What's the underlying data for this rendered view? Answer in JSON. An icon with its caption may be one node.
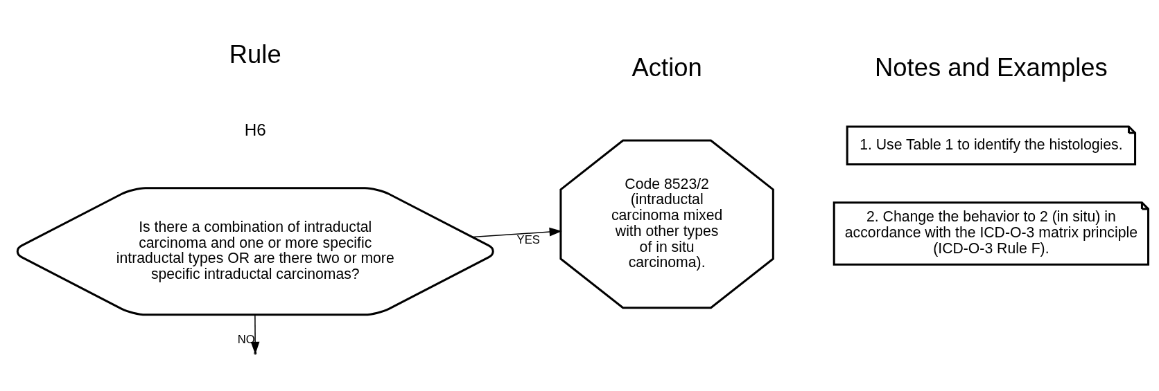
{
  "diagram": {
    "nodes": [
      {
        "text": [
          "Is there a combination of intraductal carcinoma and one or more specific intraductal types OR are there two or more specific intraductal carcinomas?"
        ]
      },
      {
        "text": [
          "Code 8523/2 (intraductal carcinoma mixed with other types of in situ carcinoma)."
        ]
      },
      {
        "text": [
          "1. Use Table 1 to identify the histologies."
        ]
      },
      {
        "text": [
          "2. Change the behavior to 2 (in situ) in accordance with the ICD-O-3 matrix principle (ICD-O-3 Rule F)."
        ]
      }
    ],
    "edges": [
      {
        "from": 0,
        "to": 1,
        "arrow": "to",
        "label": "YES"
      },
      {
        "from": 0,
        "to": null,
        "arrow": "to",
        "label": "NO"
      }
    ],
    "labels": [
      "Rule",
      "Action",
      "Notes and Examples",
      "H6"
    ]
  }
}
